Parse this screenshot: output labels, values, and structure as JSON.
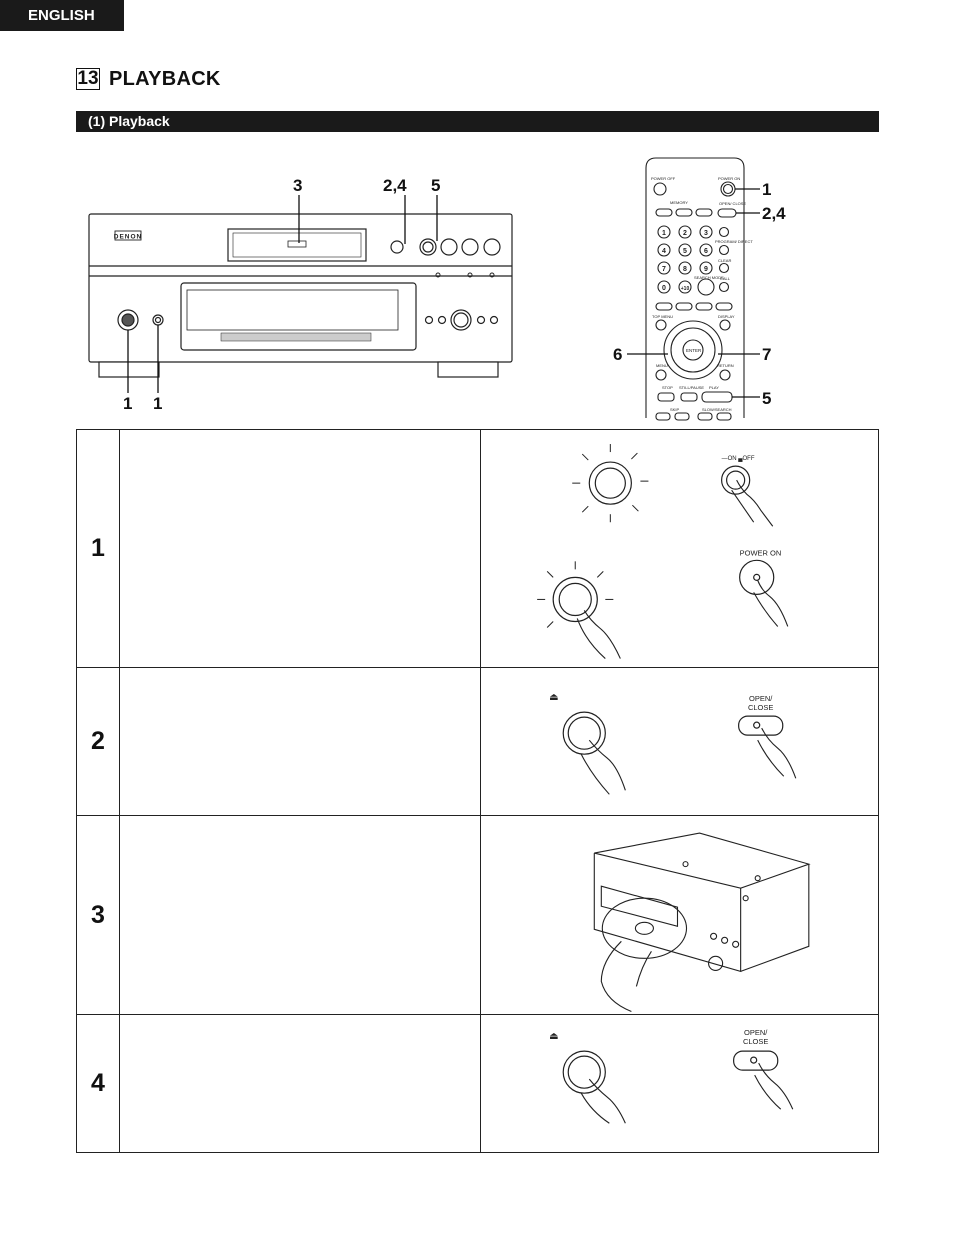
{
  "language_tab": "ENGLISH",
  "section": {
    "number": "13",
    "title": "PLAYBACK"
  },
  "subsection": {
    "title": "(1) Playback"
  },
  "front_panel": {
    "callouts_top": [
      "3",
      "2,4",
      "5"
    ],
    "callouts_bottom": [
      "1",
      "1"
    ],
    "brand": "DENON"
  },
  "remote": {
    "callouts": [
      "1",
      "2,4",
      "6",
      "7",
      "5"
    ],
    "button_labels": {
      "power_off": "POWER OFF",
      "power_on": "POWER ON",
      "open_close": "OPEN/ CLOSE",
      "play": "PLAY",
      "stop": "STOP",
      "still_pause": "STILL/PAUSE",
      "enter": "ENTER",
      "top_menu": "TOP MENU",
      "display": "DISPLAY",
      "return": "RETURN",
      "menu": "MENU",
      "skip": "SKIP",
      "slow_search": "SLOW/SEARCH",
      "clear": "CLEAR",
      "call": "CALL",
      "program_direct": "PROGRAM/ DIRECT",
      "memory": "MEMORY",
      "search_mode": "SEARCH MODE"
    },
    "keypad": [
      "1",
      "2",
      "3",
      "4",
      "5",
      "6",
      "7",
      "8",
      "9",
      "0",
      "+10"
    ]
  },
  "steps": [
    {
      "number": "1",
      "labels": {
        "switch_state": "—ON  ▄OFF",
        "power_on": "POWER ON"
      }
    },
    {
      "number": "2",
      "labels": {
        "eject_symbol": "⏏",
        "open_close_line1": "OPEN/",
        "open_close_line2": "CLOSE"
      }
    },
    {
      "number": "3",
      "labels": {}
    },
    {
      "number": "4",
      "labels": {
        "eject_symbol": "⏏",
        "open_close_line1": "OPEN/",
        "open_close_line2": "CLOSE"
      }
    }
  ]
}
